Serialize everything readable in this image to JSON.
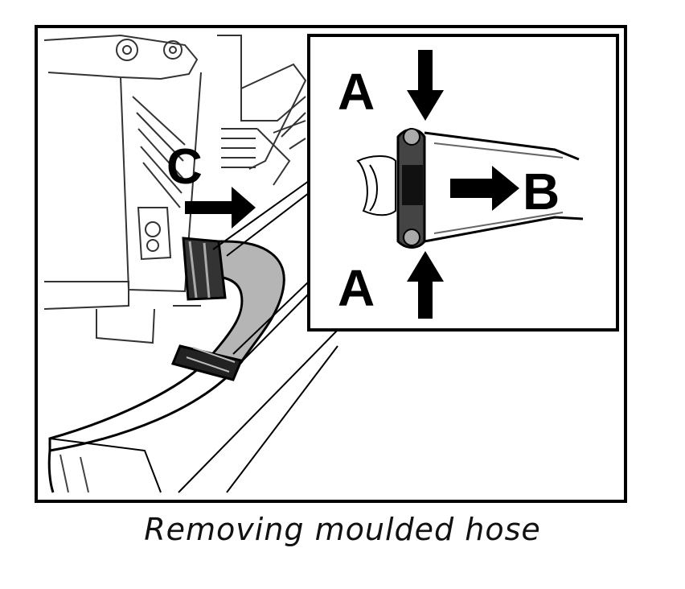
{
  "labels": {
    "a_top": "A",
    "a_bottom": "A",
    "b": "B",
    "c": "C"
  },
  "caption": "Removing moulded hose",
  "colors": {
    "line": "#000000",
    "hose_fill": "#b5b5b5",
    "paper": "#ffffff"
  }
}
